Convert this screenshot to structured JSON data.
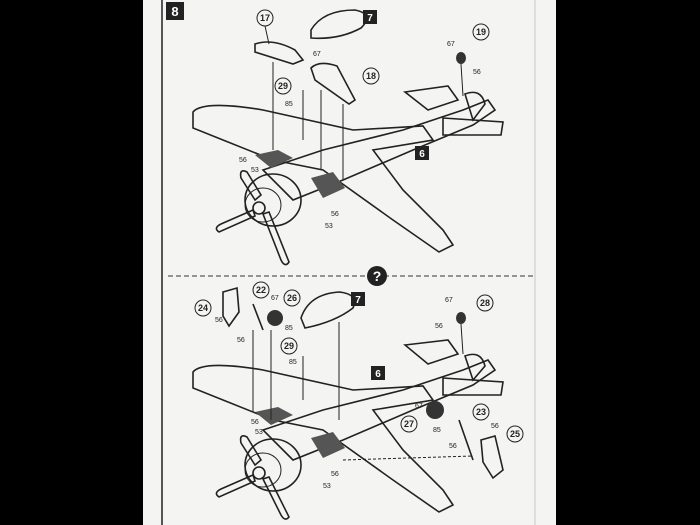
{
  "step": {
    "number": "8"
  },
  "upper_view": {
    "callouts": [
      "17",
      "18",
      "19",
      "29"
    ],
    "boxed_refs": [
      "7",
      "6"
    ],
    "part_refs": [
      "67",
      "56",
      "85",
      "53"
    ]
  },
  "divider": {
    "symbol": "?"
  },
  "lower_view": {
    "callouts": [
      "24",
      "22",
      "26",
      "28",
      "29",
      "27",
      "23",
      "25"
    ],
    "boxed_refs": [
      "7",
      "6"
    ],
    "part_refs": [
      "67",
      "56",
      "85",
      "53"
    ]
  },
  "colors": {
    "sheet": "#f4f4f2",
    "ink": "#222222",
    "background": "#000000"
  }
}
